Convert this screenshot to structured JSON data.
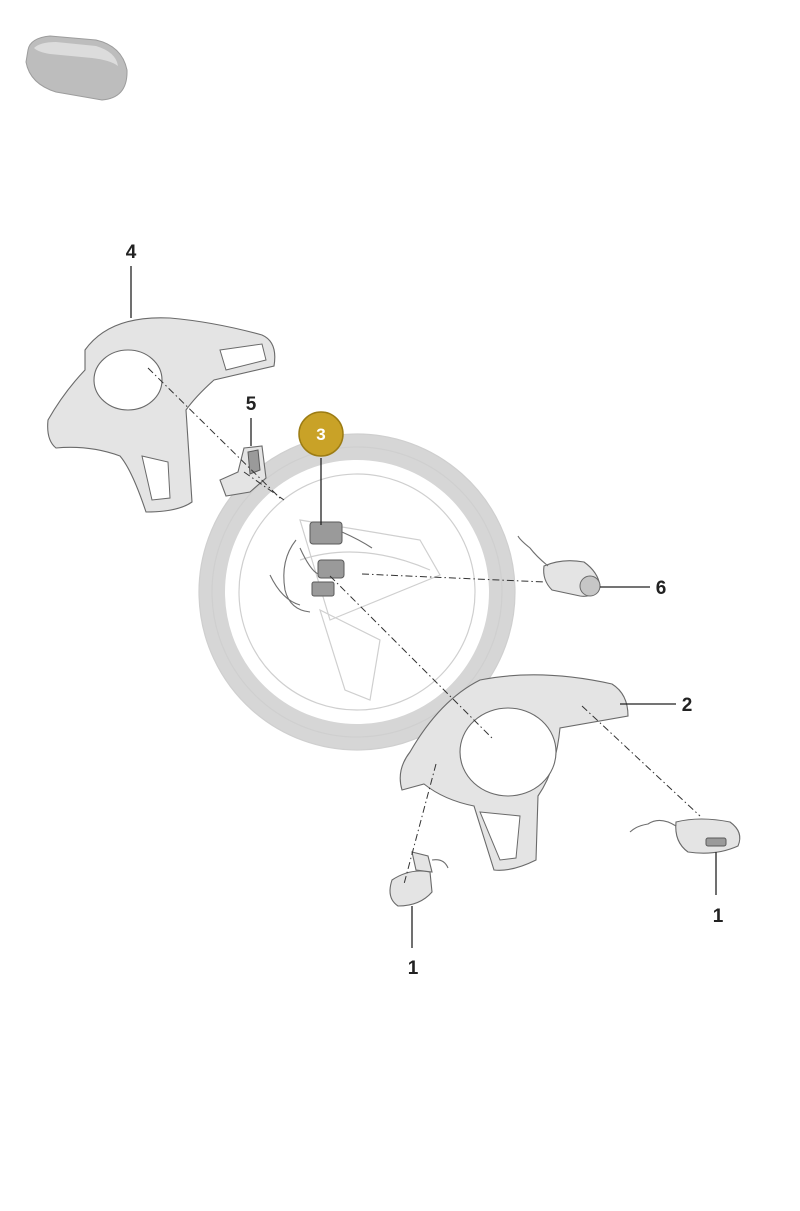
{
  "diagram": {
    "callouts": [
      {
        "id": "c1a",
        "label": "1"
      },
      {
        "id": "c1b",
        "label": "1"
      },
      {
        "id": "c2",
        "label": "2"
      },
      {
        "id": "c3",
        "label": "3",
        "highlighted": true
      },
      {
        "id": "c4",
        "label": "4"
      },
      {
        "id": "c5",
        "label": "5"
      },
      {
        "id": "c6",
        "label": "6"
      }
    ],
    "colors": {
      "highlight": "#C9A227",
      "highlight_stroke": "#9c7c14",
      "line": "#222222",
      "part": "#e4e4e4"
    }
  }
}
